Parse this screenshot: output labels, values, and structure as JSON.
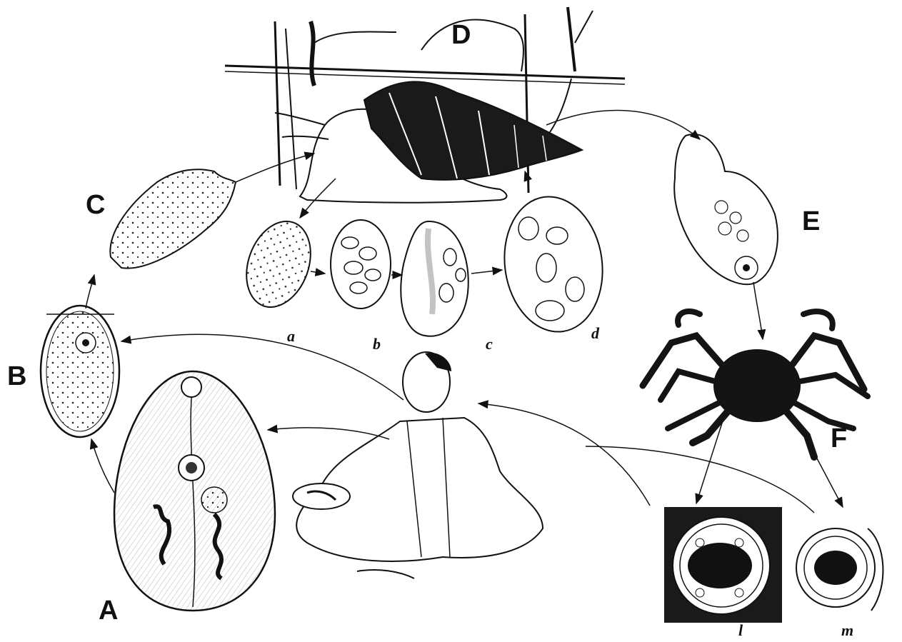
{
  "labels": {
    "A": "A",
    "B": "B",
    "C": "C",
    "D": "D",
    "E": "E",
    "F": "F",
    "a": "a",
    "b": "b",
    "c": "c",
    "d": "d",
    "l": "l",
    "m": "m"
  },
  "colors": {
    "ink": "#111111",
    "paper": "#ffffff",
    "shade": "#1a1a1a"
  }
}
